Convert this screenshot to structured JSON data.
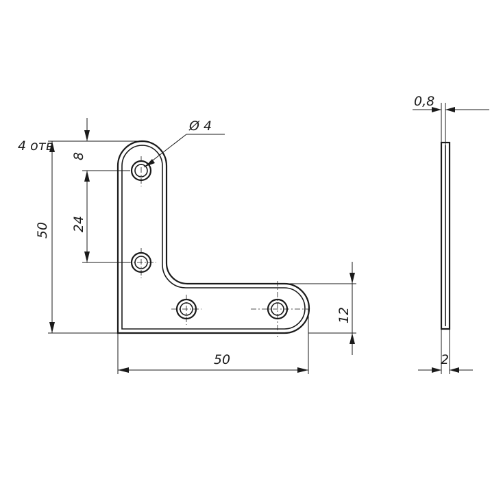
{
  "drawing": {
    "dim_overall_height": "50",
    "dim_overall_width": "50",
    "dim_top_offset": "8",
    "dim_hole_spacing": "24",
    "dim_flange_width": "12",
    "dim_hole_diameter": "Ø 4",
    "note_hole_count": "4  отв",
    "dim_thickness": "0,8",
    "dim_side_width": "2"
  }
}
